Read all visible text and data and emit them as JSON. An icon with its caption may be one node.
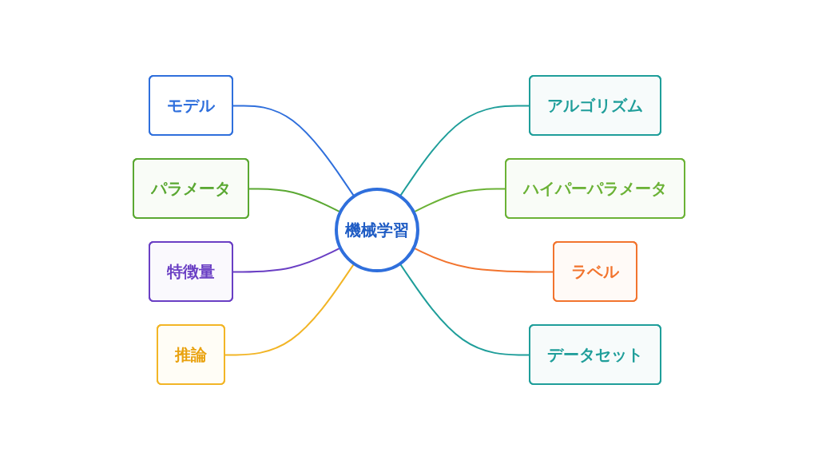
{
  "diagram": {
    "nodes": [
      {
        "text": [
          "機械学習"
        ]
      },
      {
        "text": [
          "モデル"
        ]
      },
      {
        "text": [
          "アルゴリズム"
        ]
      },
      {
        "text": [
          "パラメータ"
        ]
      },
      {
        "text": [
          "ハイパーパラメータ"
        ]
      },
      {
        "text": [
          "特徴量"
        ]
      },
      {
        "text": [
          "ラベル"
        ]
      },
      {
        "text": [
          "推論"
        ]
      },
      {
        "text": [
          "データセット"
        ]
      }
    ],
    "edges": [
      {
        "from": 1,
        "to": 0,
        "arrow": "none",
        "color": "#2f6fdc"
      },
      {
        "from": 0,
        "to": 2,
        "arrow": "none",
        "color": "#1f9e9a"
      },
      {
        "from": 3,
        "to": 0,
        "arrow": "none",
        "color": "#5aa832"
      },
      {
        "from": 0,
        "to": 4,
        "arrow": "none",
        "color": "#6bb236"
      },
      {
        "from": 5,
        "to": 0,
        "arrow": "none",
        "color": "#6a3fc4"
      },
      {
        "from": 0,
        "to": 6,
        "arrow": "none",
        "color": "#f2742e"
      },
      {
        "from": 7,
        "to": 0,
        "arrow": "none",
        "color": "#f2b526"
      },
      {
        "from": 0,
        "to": 8,
        "arrow": "none",
        "color": "#1f9e9a"
      }
    ]
  }
}
